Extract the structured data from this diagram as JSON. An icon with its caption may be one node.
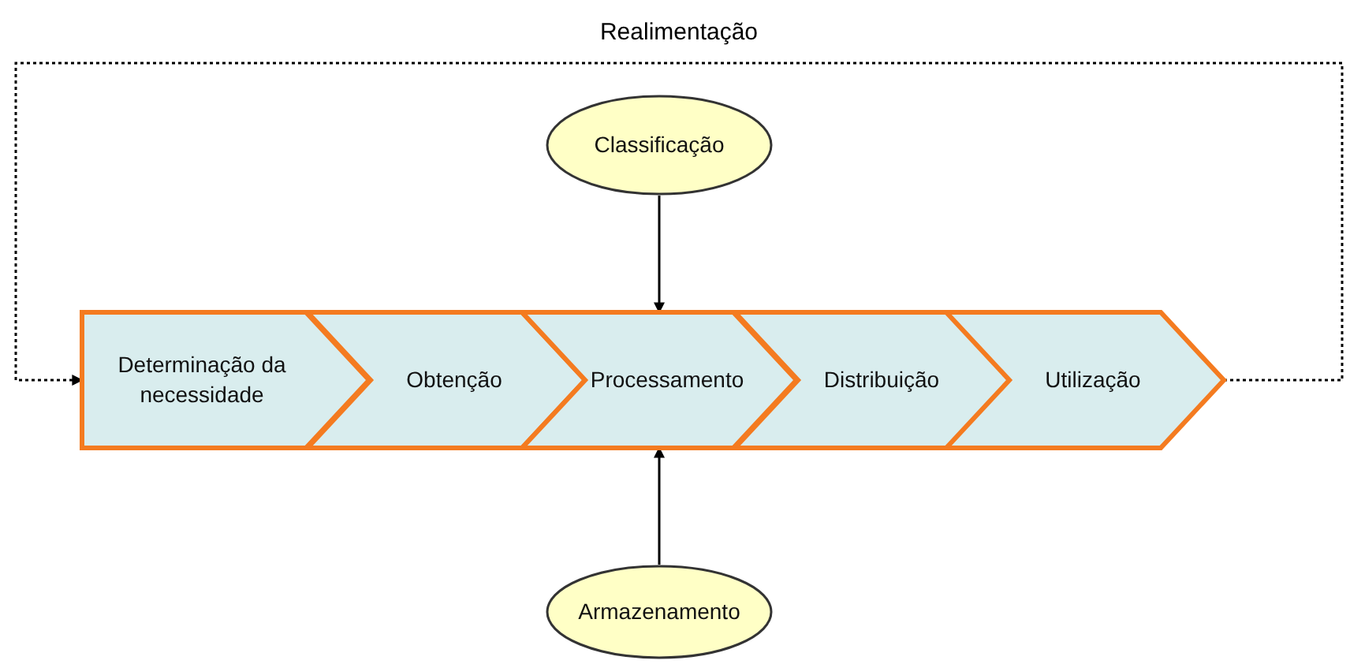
{
  "diagram": {
    "nodes": [
      {
        "text": [
          "Classificação"
        ]
      },
      {
        "text": [
          "Determinação da necessidade"
        ]
      },
      {
        "text": [
          "Obtenção"
        ]
      },
      {
        "text": [
          "Processamento"
        ]
      },
      {
        "text": [
          "Distribuição"
        ]
      },
      {
        "text": [
          "Utilização"
        ]
      },
      {
        "text": [
          "Armazenamento"
        ]
      }
    ],
    "edges": [
      {
        "from": 0,
        "to": 3,
        "arrow": "to"
      },
      {
        "from": 6,
        "to": 3,
        "arrow": "to"
      },
      {
        "from": 5,
        "to": 1,
        "arrow": "to",
        "style": "dashed",
        "label": "Realimentação"
      }
    ]
  }
}
